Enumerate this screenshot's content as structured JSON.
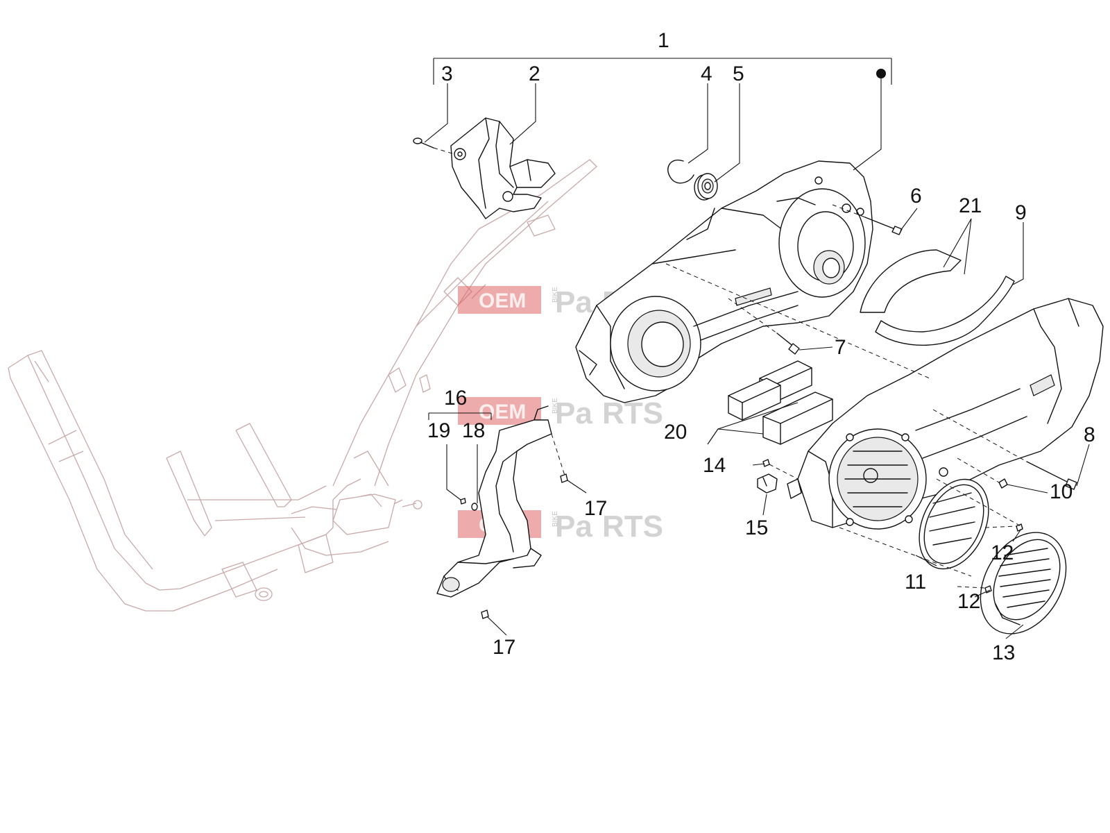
{
  "callouts": {
    "c1": "1",
    "c2": "2",
    "c3": "3",
    "c4": "4",
    "c5": "5",
    "c6": "6",
    "c7": "7",
    "c8": "8",
    "c9": "9",
    "c10": "10",
    "c11": "11",
    "c12a": "12",
    "c12b": "12",
    "c13": "13",
    "c14": "14",
    "c15": "15",
    "c16": "16",
    "c17a": "17",
    "c17b": "17",
    "c18": "18",
    "c19": "19",
    "c20": "20",
    "c21": "21"
  },
  "watermark": {
    "oem": "OEM",
    "bike": "BIKE",
    "pa": "Pa",
    "a": "a",
    "rts": "RTS"
  },
  "colors": {
    "line": "#111111",
    "frame": "#c9a9a9",
    "watermark_red": "#e06666",
    "watermark_gray": "#b0b0b0"
  }
}
